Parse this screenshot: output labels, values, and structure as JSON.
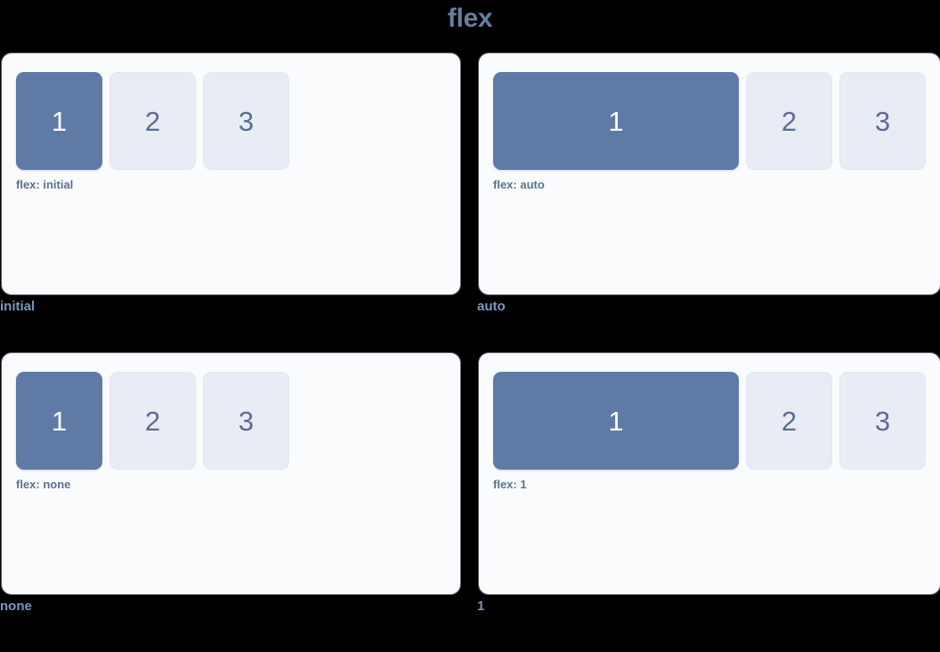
{
  "title": "flex",
  "colors": {
    "background": "#000000",
    "card_background": "#fafbfd",
    "primary_box": "#5f7aa4",
    "plain_box": "#e8ecf5",
    "title_text": "#64809f",
    "note_text": "#5b7193",
    "label_text": "#7e97bd",
    "plain_box_text": "#5a6e91",
    "primary_box_text": "#ffffff"
  },
  "demos": [
    {
      "label": "initial",
      "note": "flex: initial",
      "mode": "mode-initial",
      "boxes": [
        {
          "text": "1",
          "style": "primary"
        },
        {
          "text": "2",
          "style": "plain"
        },
        {
          "text": "3",
          "style": "plain"
        }
      ]
    },
    {
      "label": "auto",
      "note": "flex: auto",
      "mode": "mode-auto",
      "boxes": [
        {
          "text": "1",
          "style": "primary"
        },
        {
          "text": "2",
          "style": "plain"
        },
        {
          "text": "3",
          "style": "plain"
        }
      ]
    },
    {
      "label": "none",
      "note": "flex: none",
      "mode": "mode-none",
      "boxes": [
        {
          "text": "1",
          "style": "primary"
        },
        {
          "text": "2",
          "style": "plain"
        },
        {
          "text": "3",
          "style": "plain"
        }
      ]
    },
    {
      "label": "1",
      "note": "flex: 1",
      "mode": "mode-one",
      "boxes": [
        {
          "text": "1",
          "style": "primary"
        },
        {
          "text": "2",
          "style": "plain"
        },
        {
          "text": "3",
          "style": "plain"
        }
      ]
    }
  ]
}
